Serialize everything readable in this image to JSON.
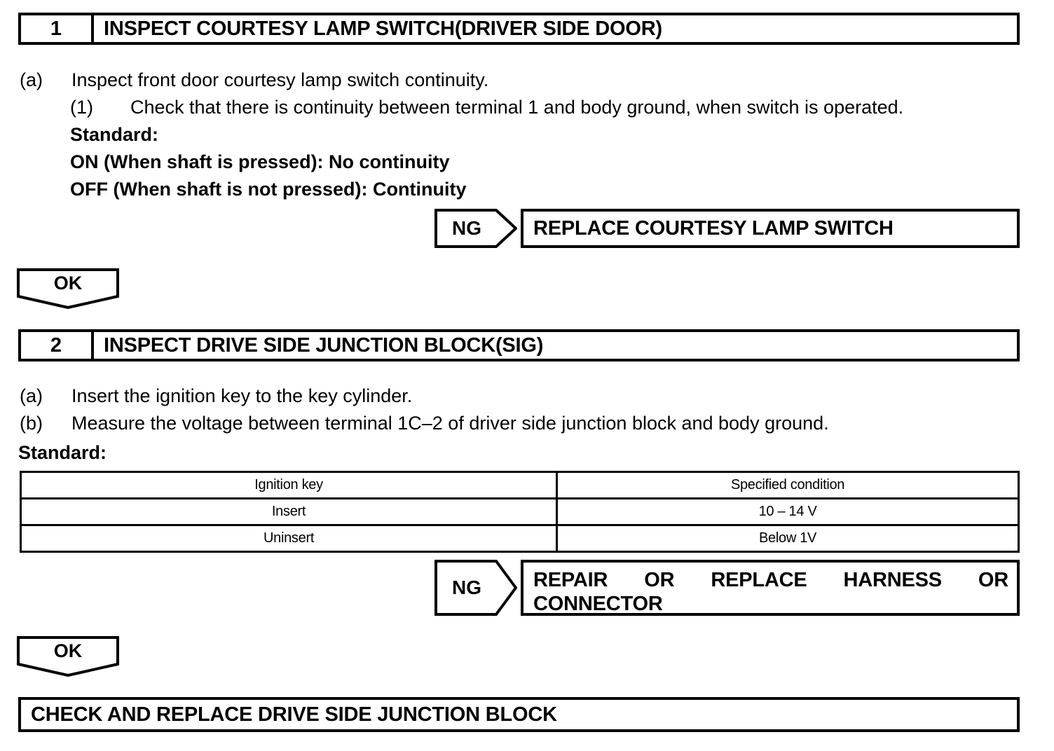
{
  "document": {
    "type": "service-manual-diagnostic-flowchart"
  },
  "steps": [
    {
      "number": "1",
      "title": "INSPECT COURTESY LAMP SWITCH(DRIVER SIDE DOOR)",
      "lines": [
        {
          "marker": "(a)",
          "text": "Inspect front door courtesy lamp switch continuity."
        },
        {
          "marker": "(1)",
          "text": "Check that there is continuity between terminal 1 and body ground, when switch is operated."
        },
        {
          "marker": "",
          "text": "Standard:"
        },
        {
          "marker": "",
          "text": "ON (When shaft is pressed): No continuity"
        },
        {
          "marker": "",
          "text": "OFF (When shaft is not pressed): Continuity"
        }
      ],
      "ng_label": "NG",
      "ng_action": "REPLACE COURTESY LAMP SWITCH",
      "ok_label": "OK"
    },
    {
      "number": "2",
      "title": "INSPECT DRIVE SIDE JUNCTION BLOCK(SIG)",
      "lines": [
        {
          "marker": "(a)",
          "text": "Insert the ignition key to the key cylinder."
        },
        {
          "marker": "(b)",
          "text": "Measure the voltage between terminal 1C–2 of driver side junction block and body ground."
        },
        {
          "marker": "",
          "text": "Standard:"
        }
      ],
      "table": {
        "headers": [
          "Ignition key",
          "Specified condition"
        ],
        "rows": [
          [
            "Insert",
            "10 – 14 V"
          ],
          [
            "Uninsert",
            "Below 1V"
          ]
        ]
      },
      "ng_label": "NG",
      "ng_action_line1": "REPAIR OR REPLACE HARNESS OR",
      "ng_action_line2": "CONNECTOR",
      "ok_label": "OK"
    }
  ],
  "final_action": "CHECK AND REPLACE DRIVE SIDE JUNCTION BLOCK",
  "colors": {
    "ink": "#000000",
    "paper": "#ffffff"
  }
}
